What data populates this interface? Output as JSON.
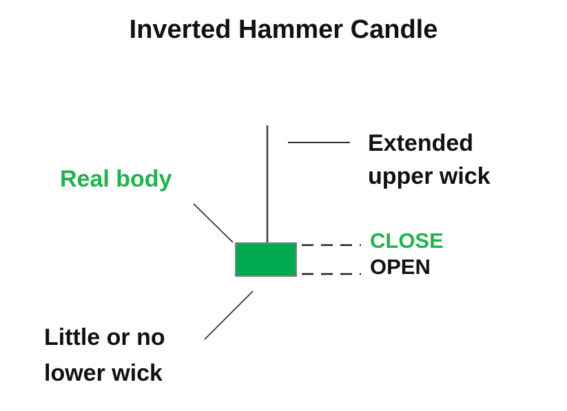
{
  "title": "Inverted Hammer Candle",
  "diagram": {
    "type": "candlestick-pattern-annotation",
    "pattern": "inverted-hammer",
    "labels": {
      "real_body": "Real body",
      "upper_wick": [
        "Extended",
        "upper wick"
      ],
      "close": "CLOSE",
      "open": "OPEN",
      "lower_wick": [
        "Little or no",
        "lower wick"
      ]
    }
  },
  "colors": {
    "background": "#ffffff",
    "title_text": "#111111",
    "black_text": "#111111",
    "green_text": "#22b14c",
    "body_fill": "#00ab50",
    "body_border": "#7f7f7f",
    "wick_line": "#3d3d3d",
    "leader_line": "#2b2b2b",
    "dashed_line": "#1f1f1f"
  }
}
